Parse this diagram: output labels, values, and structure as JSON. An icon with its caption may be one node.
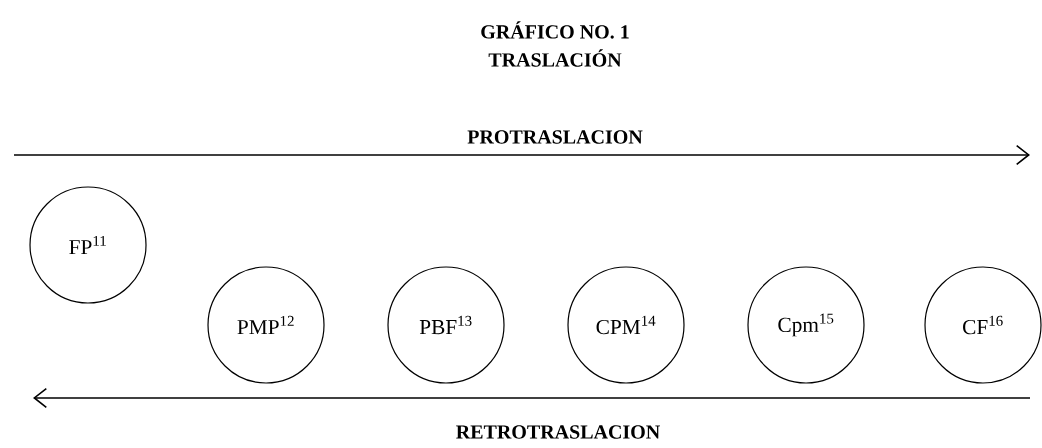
{
  "diagram": {
    "title": "GRÁFICO NO. 1",
    "nodes": [
      {
        "text": [
          "FP$^{11}$"
        ]
      },
      {
        "text": [
          "PMP$^{12}$"
        ]
      },
      {
        "text": [
          "PBF$^{13}$"
        ]
      },
      {
        "text": [
          "CPM$^{14}$"
        ]
      },
      {
        "text": [
          "Cpm$^{15}$"
        ]
      },
      {
        "text": [
          "CF$^{16}$"
        ]
      }
    ],
    "labels": [
      "TRASLACIÓN",
      "PROTRASLACION",
      "RETROTRASLACION"
    ]
  }
}
